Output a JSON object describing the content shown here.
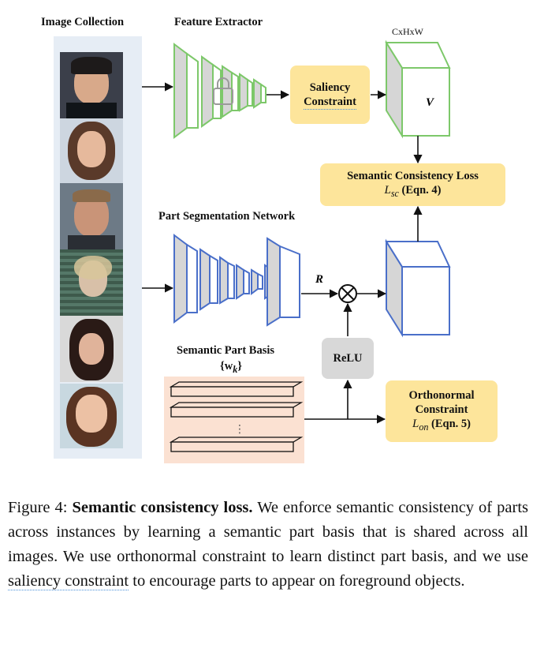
{
  "labels": {
    "image_collection": "Image Collection",
    "feature_extractor": "Feature Extractor",
    "tensor_dims": "CxHxW",
    "tensor_v": "V",
    "part_seg_net": "Part Segmentation Network",
    "r_label": "R",
    "semantic_part_basis": "Semantic Part Basis",
    "basis_set": "{w",
    "basis_sub": "k",
    "basis_close": "}"
  },
  "boxes": {
    "saliency_l1": "Saliency",
    "saliency_l2": "Constraint",
    "sc_loss_l1": "Semantic Consistency Loss",
    "sc_loss_sym": "L",
    "sc_loss_sub": "sc",
    "sc_loss_ref": " (Eqn. 4)",
    "relu": "ReLU",
    "ortho_l1": "Orthonormal",
    "ortho_l2": "Constraint",
    "ortho_sym": "L",
    "ortho_sub": "on",
    "ortho_ref": " (Eqn. 5)"
  },
  "colors": {
    "green_block": "#7dc86a",
    "blue_block": "#4a6fc9",
    "yellow_box": "#fde59b",
    "image_panel": "#e6edf5",
    "basis_panel": "#fbe1d2"
  },
  "images": [
    "face-1",
    "face-2",
    "face-3",
    "face-4",
    "face-5",
    "face-6"
  ],
  "caption": {
    "prefix": "Figure 4: ",
    "bold": "Semantic consistency loss.",
    "text_a": " We enforce semantic consistency of parts across instances by learning a semantic part basis that is shared across all images. We use orthonormal constraint to learn distinct part basis, and we use ",
    "dotted": "saliency constraint",
    "text_b": " to encourage parts to appear on foreground objects."
  }
}
